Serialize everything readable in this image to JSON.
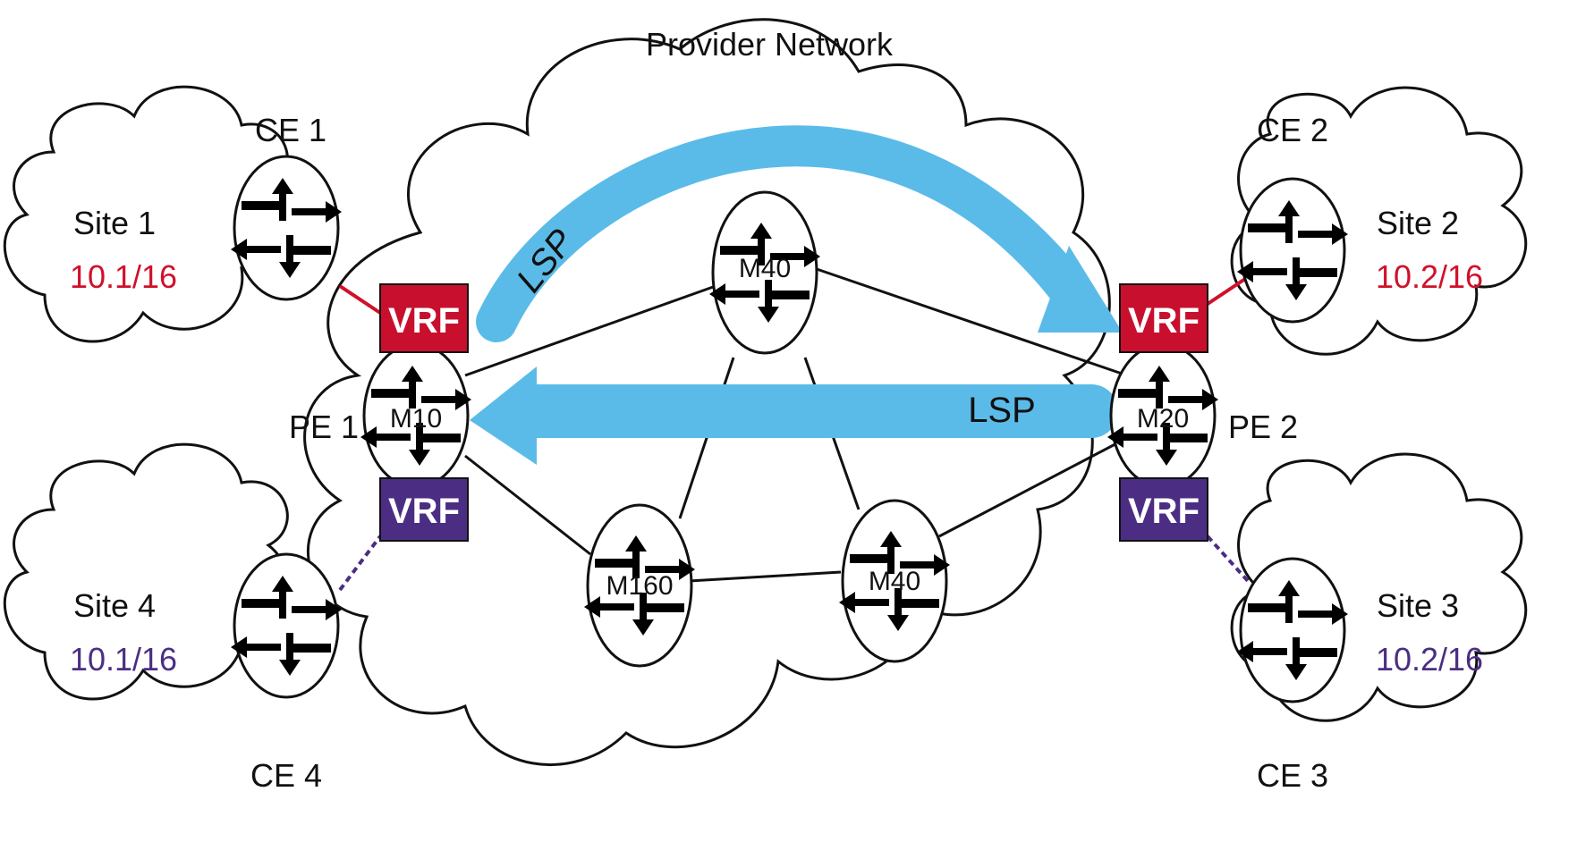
{
  "title": "Provider Network",
  "colors": {
    "vrf_red": "#c8102e",
    "vrf_purple": "#4b2e83",
    "lsp_blue": "#5bbbe8",
    "link": "#111111"
  },
  "sites": [
    {
      "name": "Site 1",
      "prefix": "10.1/16",
      "color": "#d0112b"
    },
    {
      "name": "Site 2",
      "prefix": "10.2/16",
      "color": "#d0112b"
    },
    {
      "name": "Site 3",
      "prefix": "10.2/16",
      "color": "#4b2e83"
    },
    {
      "name": "Site 4",
      "prefix": "10.1/16",
      "color": "#4b2e83"
    }
  ],
  "ce_labels": {
    "ce1": "CE 1",
    "ce2": "CE 2",
    "ce3": "CE 3",
    "ce4": "CE 4"
  },
  "pe_labels": {
    "pe1": "PE 1",
    "pe2": "PE 2"
  },
  "routers": {
    "pe1": "M10",
    "pe2": "M20",
    "core_top": "M40",
    "core_bottom_left": "M160",
    "core_bottom_right": "M40"
  },
  "vrf_label": "VRF",
  "lsp_labels": {
    "upper": "LSP",
    "lower": "LSP"
  }
}
